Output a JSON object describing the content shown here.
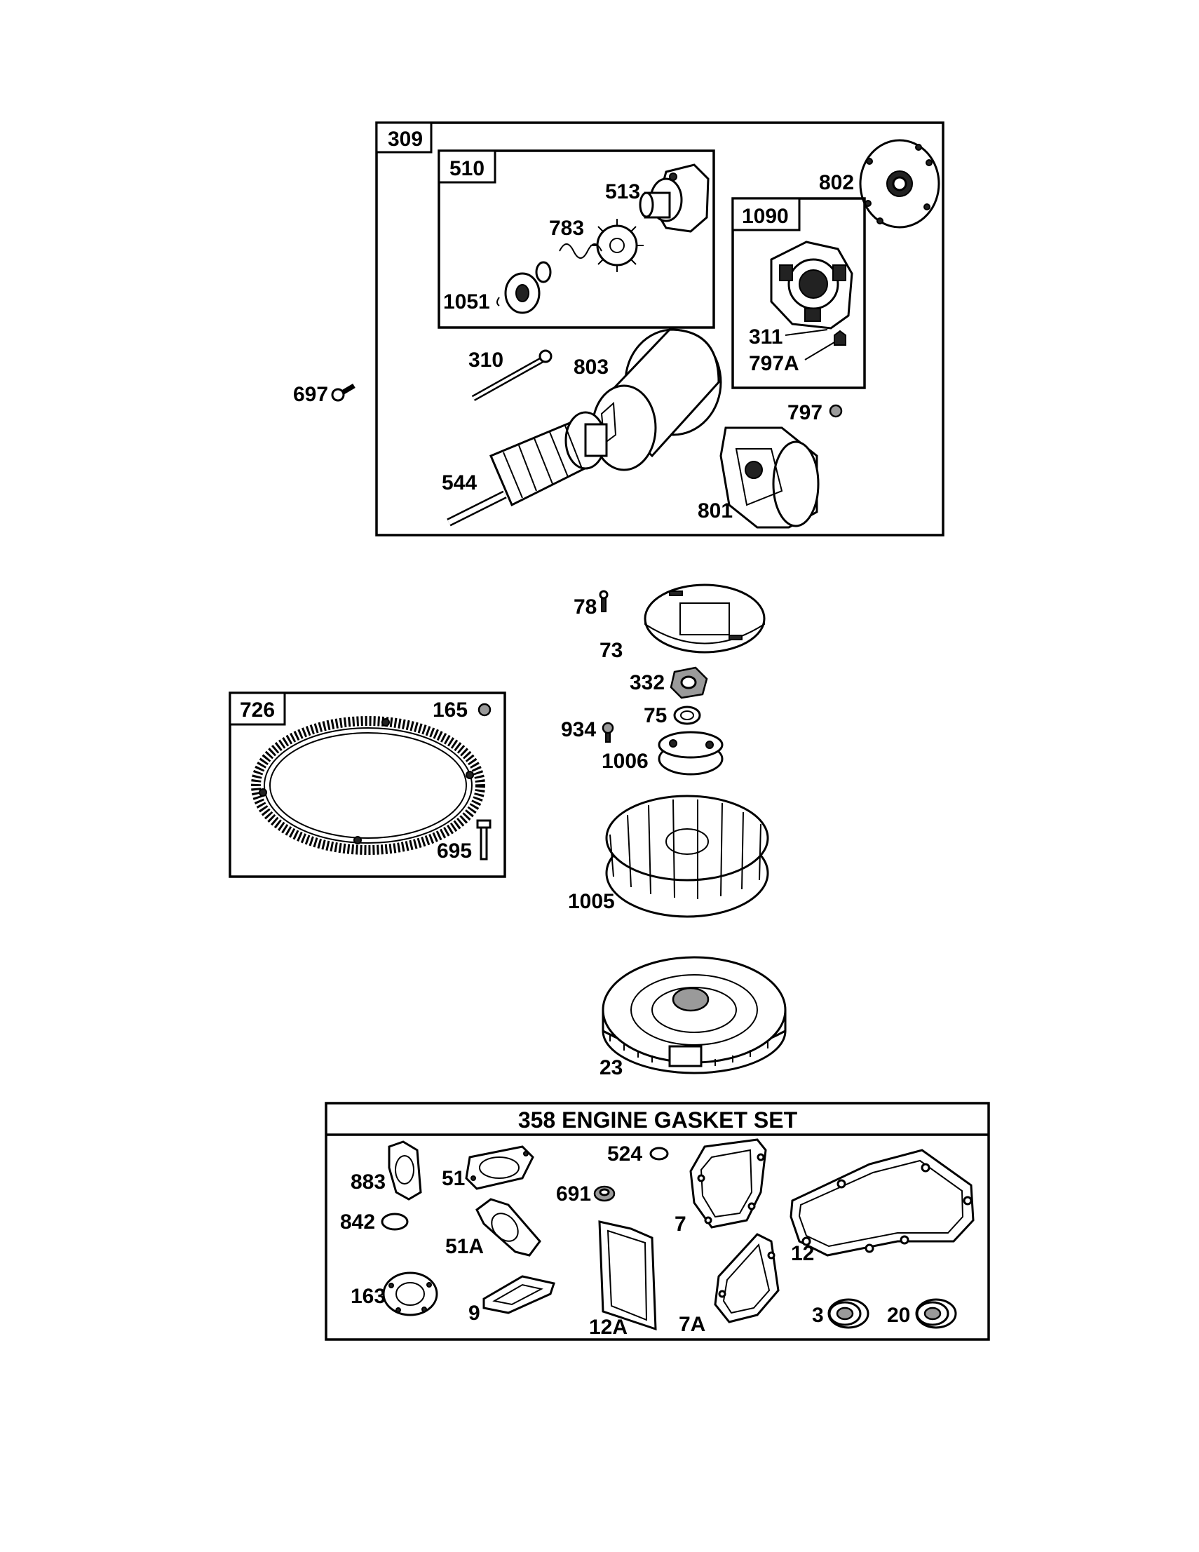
{
  "groups": {
    "starter_motor": {
      "tag": "309"
    },
    "drive_kit": {
      "tag": "510"
    },
    "brush_kit": {
      "tag": "1090"
    },
    "ring_gear_kit": {
      "tag": "726"
    },
    "gasket_set": {
      "title": "358 ENGINE GASKET SET"
    }
  },
  "parts": {
    "p513": "513",
    "p783": "783",
    "p1051": "1051",
    "p802": "802",
    "p311": "311",
    "p797a": "797A",
    "p310": "310",
    "p803": "803",
    "p697": "697",
    "p797": "797",
    "p544": "544",
    "p801": "801",
    "p78": "78",
    "p73": "73",
    "p332": "332",
    "p75": "75",
    "p934": "934",
    "p1006": "1006",
    "p1005": "1005",
    "p23": "23",
    "p165": "165",
    "p695": "695",
    "p883": "883",
    "p51": "51",
    "p524": "524",
    "p691": "691",
    "p7": "7",
    "p842": "842",
    "p51a": "51A",
    "p12": "12",
    "p163": "163",
    "p9": "9",
    "p12a": "12A",
    "p7a": "7A",
    "p3": "3",
    "p20": "20"
  }
}
